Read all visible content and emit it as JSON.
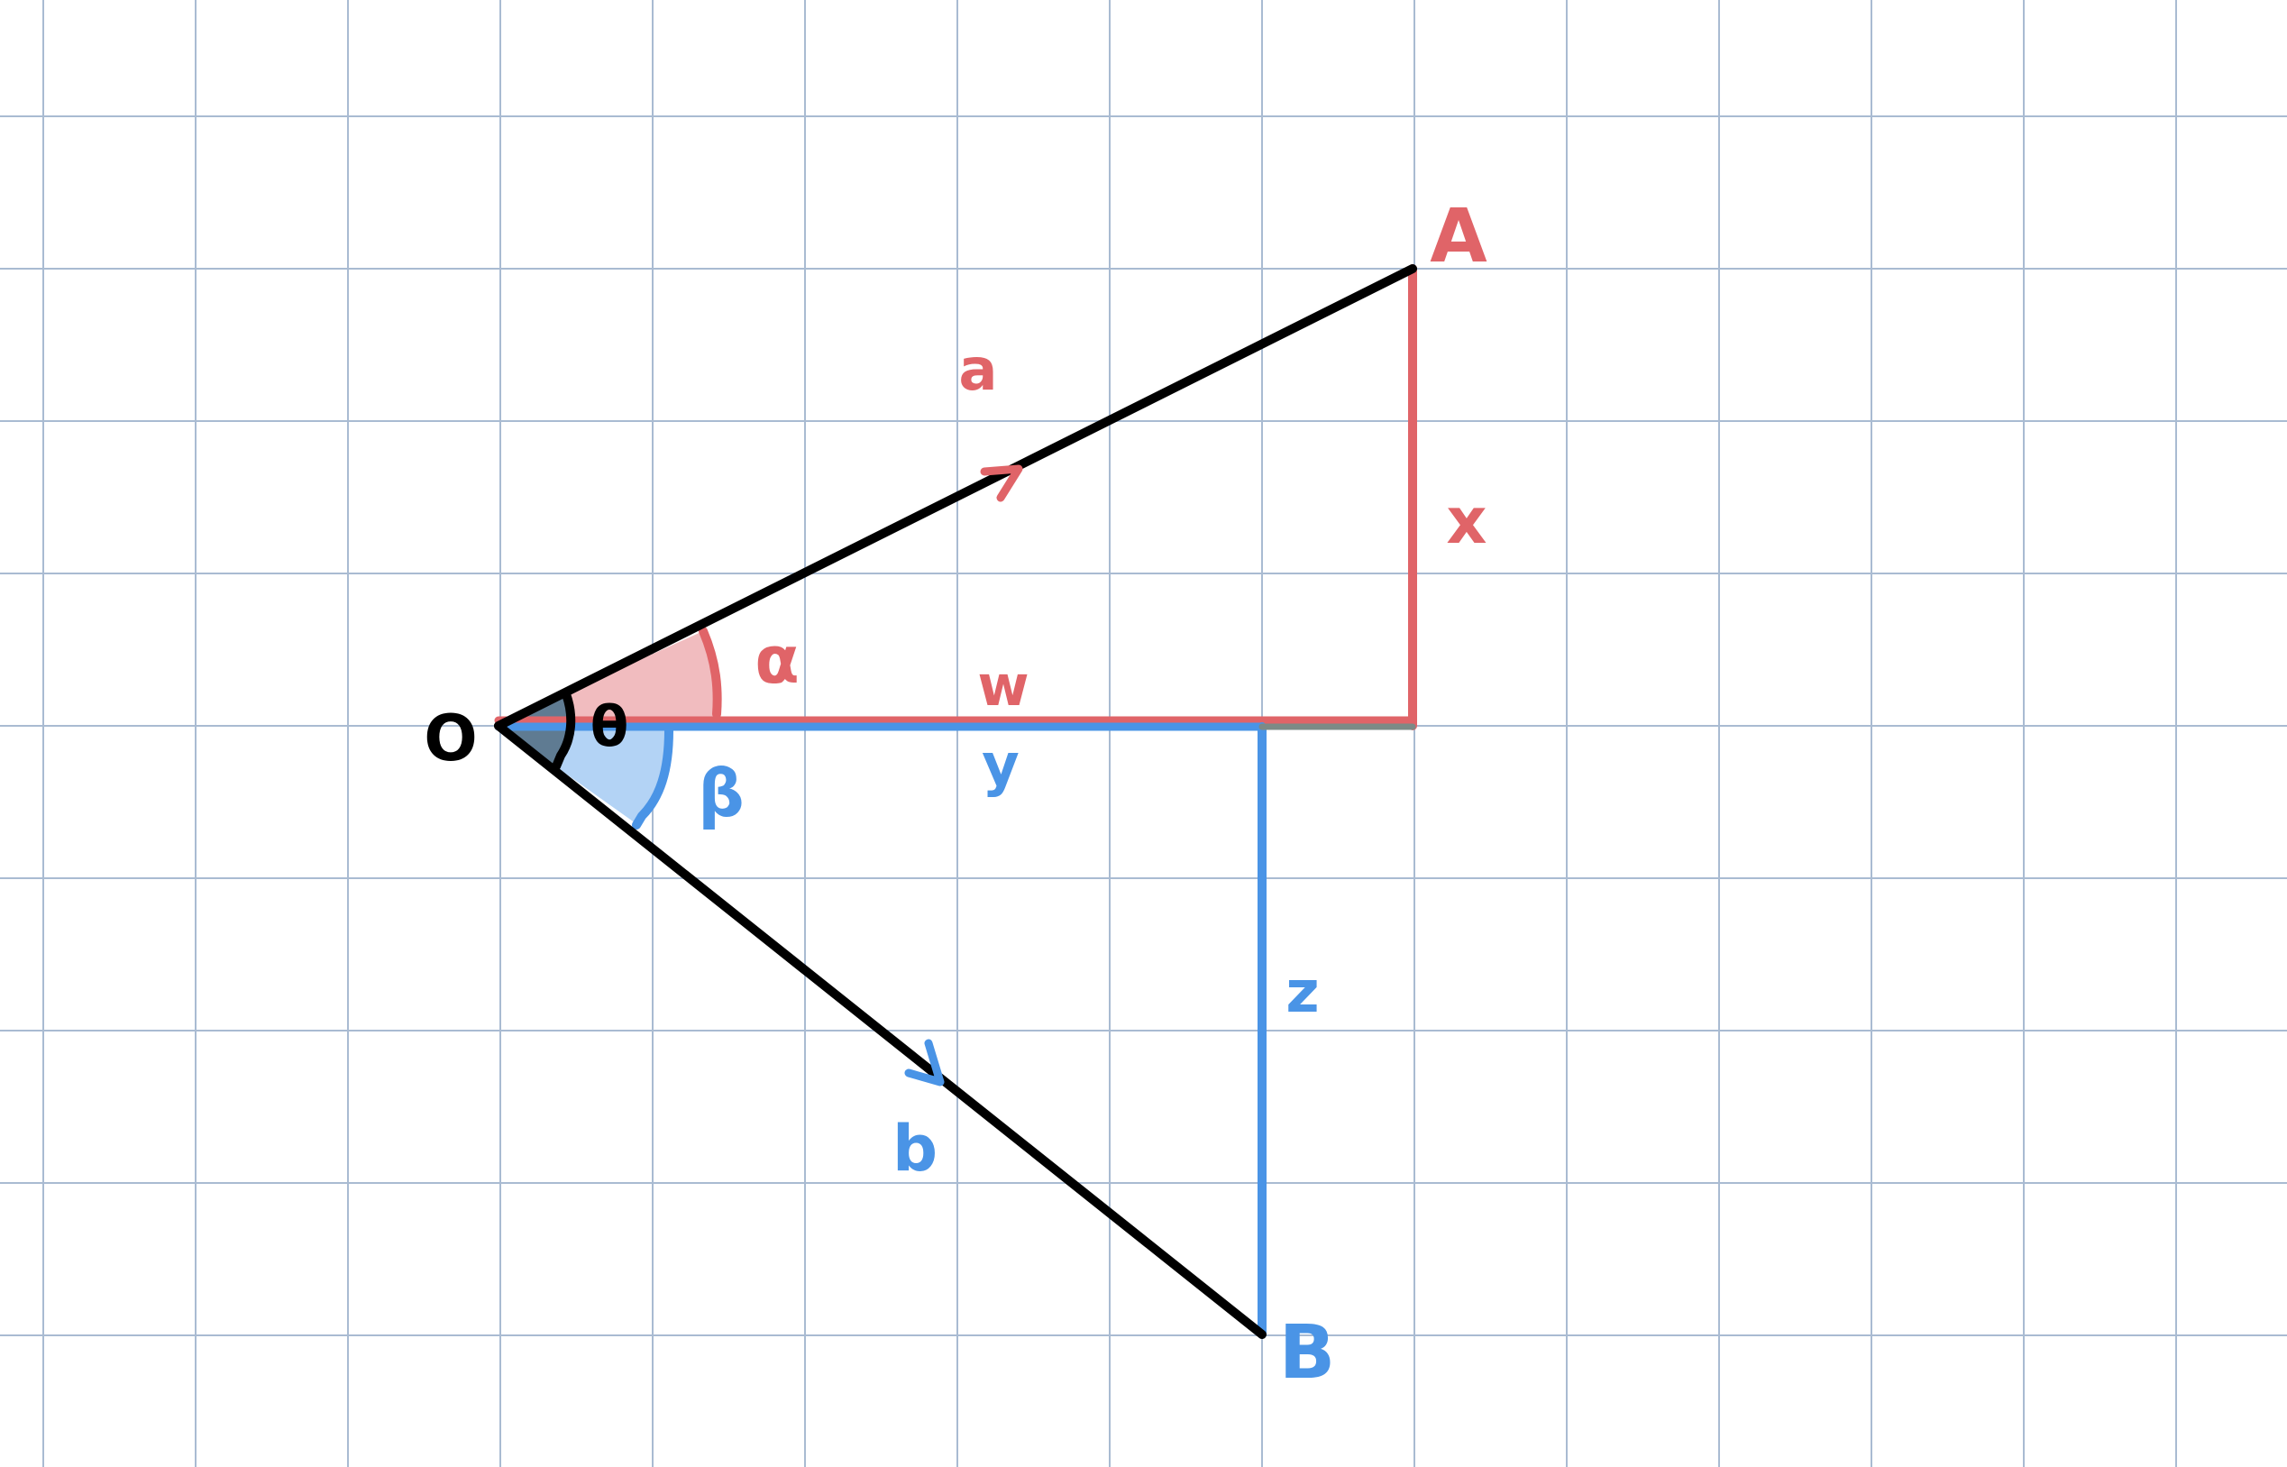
{
  "diagram": {
    "points": {
      "origin": "O",
      "point_a": "A",
      "point_b": "B"
    },
    "vectors": {
      "a": "a",
      "b": "b"
    },
    "segments": {
      "x": "x",
      "w": "w",
      "y": "y",
      "z": "z"
    },
    "angles": {
      "theta": "θ",
      "alpha": "α",
      "beta": "β"
    }
  },
  "colors": {
    "background": "#ffffff",
    "grid": "#a9bbd2",
    "ink_black": "#000000",
    "ink_red": "#e06468",
    "ink_blue": "#4a94e6",
    "fill_red": "#f1bcbf",
    "fill_blue": "#b3d3f5",
    "fill_overlap": "#5f7b92"
  }
}
